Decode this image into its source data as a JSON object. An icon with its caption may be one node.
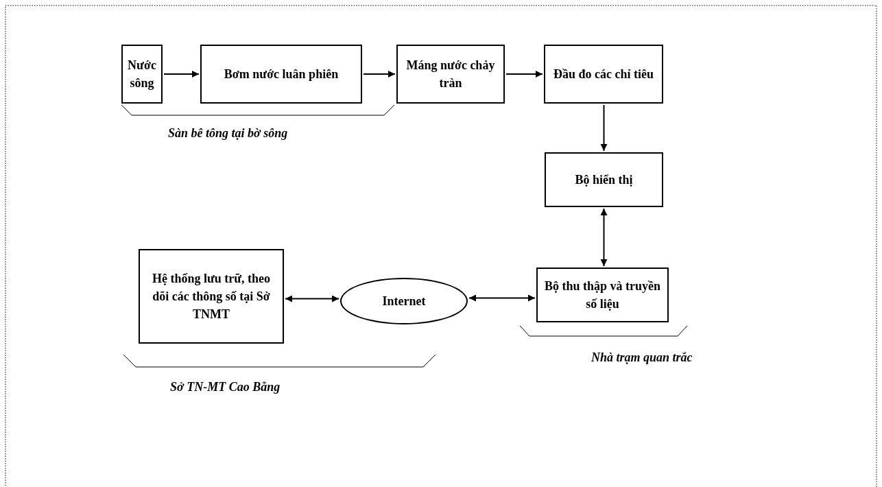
{
  "diagram": {
    "nodes": [
      {
        "text": [
          "Nước sông"
        ]
      },
      {
        "text": [
          "Bơm nước luân phiên"
        ]
      },
      {
        "text": [
          "Máng nước chảy tràn"
        ]
      },
      {
        "text": [
          "Đầu đo các chỉ tiêu"
        ]
      },
      {
        "text": [
          "Bộ hiển thị"
        ]
      },
      {
        "text": [
          "Bộ thu thập và truyền số liệu"
        ]
      },
      {
        "text": [
          "Hệ thống lưu trữ, theo dõi các thông số tại Sở TNMT"
        ]
      },
      {
        "text": [
          "Internet"
        ]
      }
    ],
    "edges": [
      {
        "from": 0,
        "to": 1,
        "arrow": "to"
      },
      {
        "from": 1,
        "to": 2,
        "arrow": "to"
      },
      {
        "from": 2,
        "to": 3,
        "arrow": "to"
      },
      {
        "from": 3,
        "to": 4,
        "arrow": "to"
      },
      {
        "from": 4,
        "to": 5,
        "arrow": "both"
      },
      {
        "from": 6,
        "to": 7,
        "arrow": "both"
      },
      {
        "from": 7,
        "to": 5,
        "arrow": "both"
      }
    ],
    "labels": [
      "Sàn bê tông tại bờ sông",
      "Nhà trạm quan trắc",
      "Sở TN-MT Cao Bằng"
    ]
  }
}
